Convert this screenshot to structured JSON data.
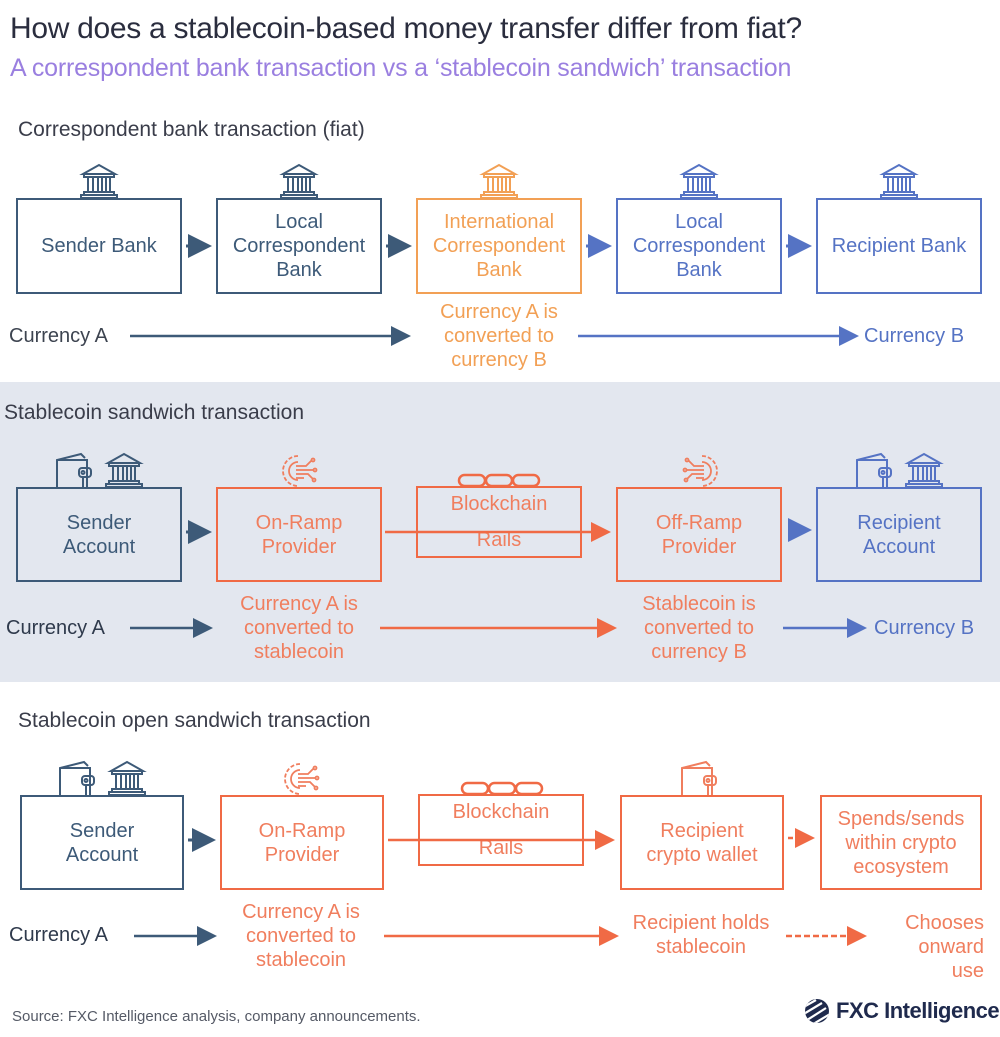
{
  "header": {
    "title": "How does a stablecoin-based money transfer differ from fiat?",
    "subtitle": "A correspondent bank transaction vs a ‘stablecoin sandwich’ transaction"
  },
  "colors": {
    "navy": "#3d5a78",
    "amber": "#f2a055",
    "blue": "#5573c4",
    "coral": "#f06a45",
    "subtitle_purple": "#9a7fe0",
    "band_bg": "#e3e7ef"
  },
  "sections": [
    {
      "title": "Correspondent bank transaction (fiat)",
      "nodes": [
        {
          "label": "Sender Bank",
          "icon": "bank-icon",
          "color": "navy"
        },
        {
          "label": "Local Correspondent Bank",
          "lines": [
            "Local",
            "Correspondent",
            "Bank"
          ],
          "icon": "bank-icon",
          "color": "navy"
        },
        {
          "label": "International Correspondent Bank",
          "lines": [
            "International",
            "Correspondent",
            "Bank"
          ],
          "icon": "bank-icon",
          "color": "amber"
        },
        {
          "label": "Local Correspondent Bank",
          "lines": [
            "Local",
            "Correspondent",
            "Bank"
          ],
          "icon": "bank-icon",
          "color": "blue"
        },
        {
          "label": "Recipient Bank",
          "icon": "bank-icon",
          "color": "blue"
        }
      ],
      "flow": {
        "start": "Currency A",
        "middle": [
          "Currency A is",
          "converted to",
          "currency B"
        ],
        "end": "Currency B"
      }
    },
    {
      "title": "Stablecoin sandwich transaction",
      "nodes": [
        {
          "label": "Sender Account",
          "lines": [
            "Sender",
            "Account"
          ],
          "icon": "wallet-and-bank-icon",
          "color": "navy"
        },
        {
          "label": "On-Ramp Provider",
          "lines": [
            "On-Ramp",
            "Provider"
          ],
          "icon": "gear-circuit-icon",
          "color": "coral"
        },
        {
          "label": "Blockchain Rails",
          "lines": [
            "Blockchain",
            "Rails"
          ],
          "icon": "chain-icon",
          "color": "coral"
        },
        {
          "label": "Off-Ramp Provider",
          "lines": [
            "Off-Ramp",
            "Provider"
          ],
          "icon": "gear-circuit-icon",
          "color": "coral"
        },
        {
          "label": "Recipient Account",
          "lines": [
            "Recipient",
            "Account"
          ],
          "icon": "wallet-and-bank-icon",
          "color": "blue"
        }
      ],
      "flow": {
        "start": "Currency A",
        "middle_1": [
          "Currency A is",
          "converted to",
          "stablecoin"
        ],
        "middle_2": [
          "Stablecoin is",
          "converted to",
          "currency B"
        ],
        "end": "Currency B"
      }
    },
    {
      "title": "Stablecoin open sandwich transaction",
      "nodes": [
        {
          "label": "Sender Account",
          "lines": [
            "Sender",
            "Account"
          ],
          "icon": "wallet-and-bank-icon",
          "color": "navy"
        },
        {
          "label": "On-Ramp Provider",
          "lines": [
            "On-Ramp",
            "Provider"
          ],
          "icon": "gear-circuit-icon",
          "color": "coral"
        },
        {
          "label": "Blockchain Rails",
          "lines": [
            "Blockchain",
            "Rails"
          ],
          "icon": "chain-icon",
          "color": "coral"
        },
        {
          "label": "Recipient crypto wallet",
          "lines": [
            "Recipient",
            "crypto wallet"
          ],
          "icon": "wallet-icon",
          "color": "coral"
        },
        {
          "label": "Spends/sends within crypto ecosystem",
          "lines": [
            "Spends/sends",
            "within crypto",
            "ecosystem"
          ],
          "color": "coral"
        }
      ],
      "flow": {
        "start": "Currency A",
        "middle_1": [
          "Currency A is",
          "converted to",
          "stablecoin"
        ],
        "middle_2": [
          "Recipient holds",
          "stablecoin"
        ],
        "end": [
          "Chooses",
          "onward",
          "use"
        ]
      }
    }
  ],
  "footer": {
    "source": "Source: FXC Intelligence analysis, company announcements.",
    "logo_text": "FXC Intelligence"
  }
}
